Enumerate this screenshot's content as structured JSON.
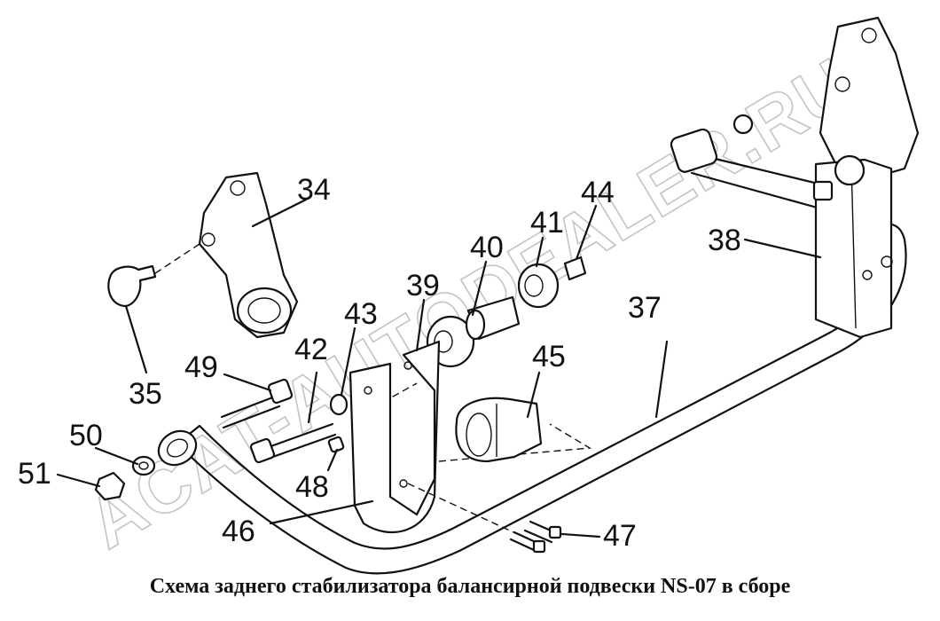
{
  "caption": "Схема заднего стабилизатора балансирной подвески NS-07 в сборе",
  "watermark": "ACAT-AUTODEALER.RU",
  "callouts": {
    "c34": "34",
    "c35": "35",
    "c37": "37",
    "c38": "38",
    "c39": "39",
    "c40": "40",
    "c41": "41",
    "c42": "42",
    "c43": "43",
    "c44": "44",
    "c45": "45",
    "c46": "46",
    "c47": "47",
    "c48": "48",
    "c49": "49",
    "c50": "50",
    "c51": "51"
  }
}
